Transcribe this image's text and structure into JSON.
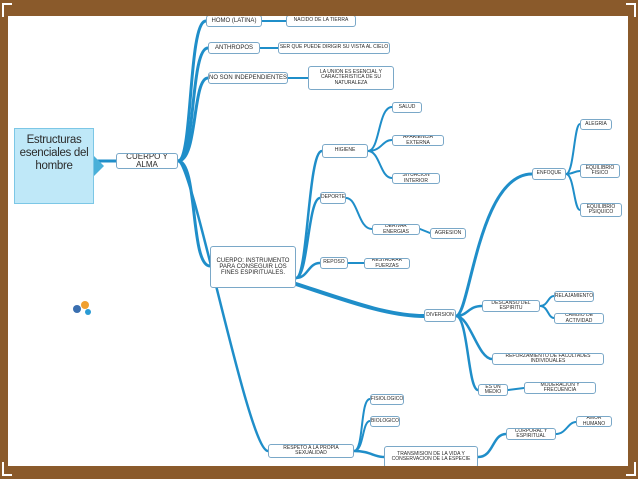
{
  "root": {
    "label_lines": [
      "Estructuras",
      "esenciales del",
      "hombre"
    ]
  },
  "colors": {
    "frame": "#8a5a2b",
    "line": "#1f8ec9",
    "node_border": "#7aa8c8",
    "root_fill": "#bfe8f8"
  },
  "nodes": {
    "cuerpo_alma": "CUERPO Y ALMA",
    "homo": "HOMO (LATINA)",
    "homo_desc": "NACIDO DE LA TIERRA",
    "anthropos": "ANTHROPOS",
    "anthropos_desc": "SER QUE PUEDE DIRIGIR SU VISTA AL CIELO",
    "no_indep": "NO SON INDEPENDIENTES",
    "no_indep_desc": "LA UNION ES ESENCIAL Y CARACTERISTICA DE SU NATURALEZA",
    "cuerpo_inst": "CUERPO: INSTRUMENTO PARA CONSEGUIR LOS FINES ESPIRITUALES.",
    "higiene": "HIGIENE",
    "salud": "SALUD",
    "apariencia": "APARIENCIA EXTERNA",
    "situacion": "SITUACION INTERIOR",
    "deporte": "DEPORTE",
    "derivar": "DERIVAR ENERGIAS",
    "agresion": "AGRESION",
    "reposo": "REPOSO",
    "restaurar": "RESTAURAR FUERZAS",
    "diversion": "DIVERSION",
    "enfoque": "ENFOQUE",
    "alegria": "ALEGRIA",
    "eq_fisico": "EQUILIBRIO FISICO",
    "eq_psiquico": "EQUILIBRIO PSIQUICO",
    "descanso": "DESCANSO DEL ESPIRITU",
    "relajamiento": "RELAJAMIENTO",
    "cambio": "CAMBIO DE ACTIVIDAD",
    "reforzamiento": "REFORZAMIENTO DE FACULTADES INDIVIDUALES",
    "es_un_medio": "ES UN MEDIO",
    "moderacion": "MODERACION Y FRECUENCIA",
    "sexualidad": "RESPETO A LA PROPIA SEXUALIDAD",
    "fisiologico": "FISIOLOGICO",
    "biologico": "BIOLOGICO",
    "transmision": "TRANSMISION DE LA VIDA Y CONSERVACION DE LA ESPECIE",
    "corporal": "CORPORAL Y ESPIRITUAL",
    "amor": "AMOR HUMANO"
  }
}
